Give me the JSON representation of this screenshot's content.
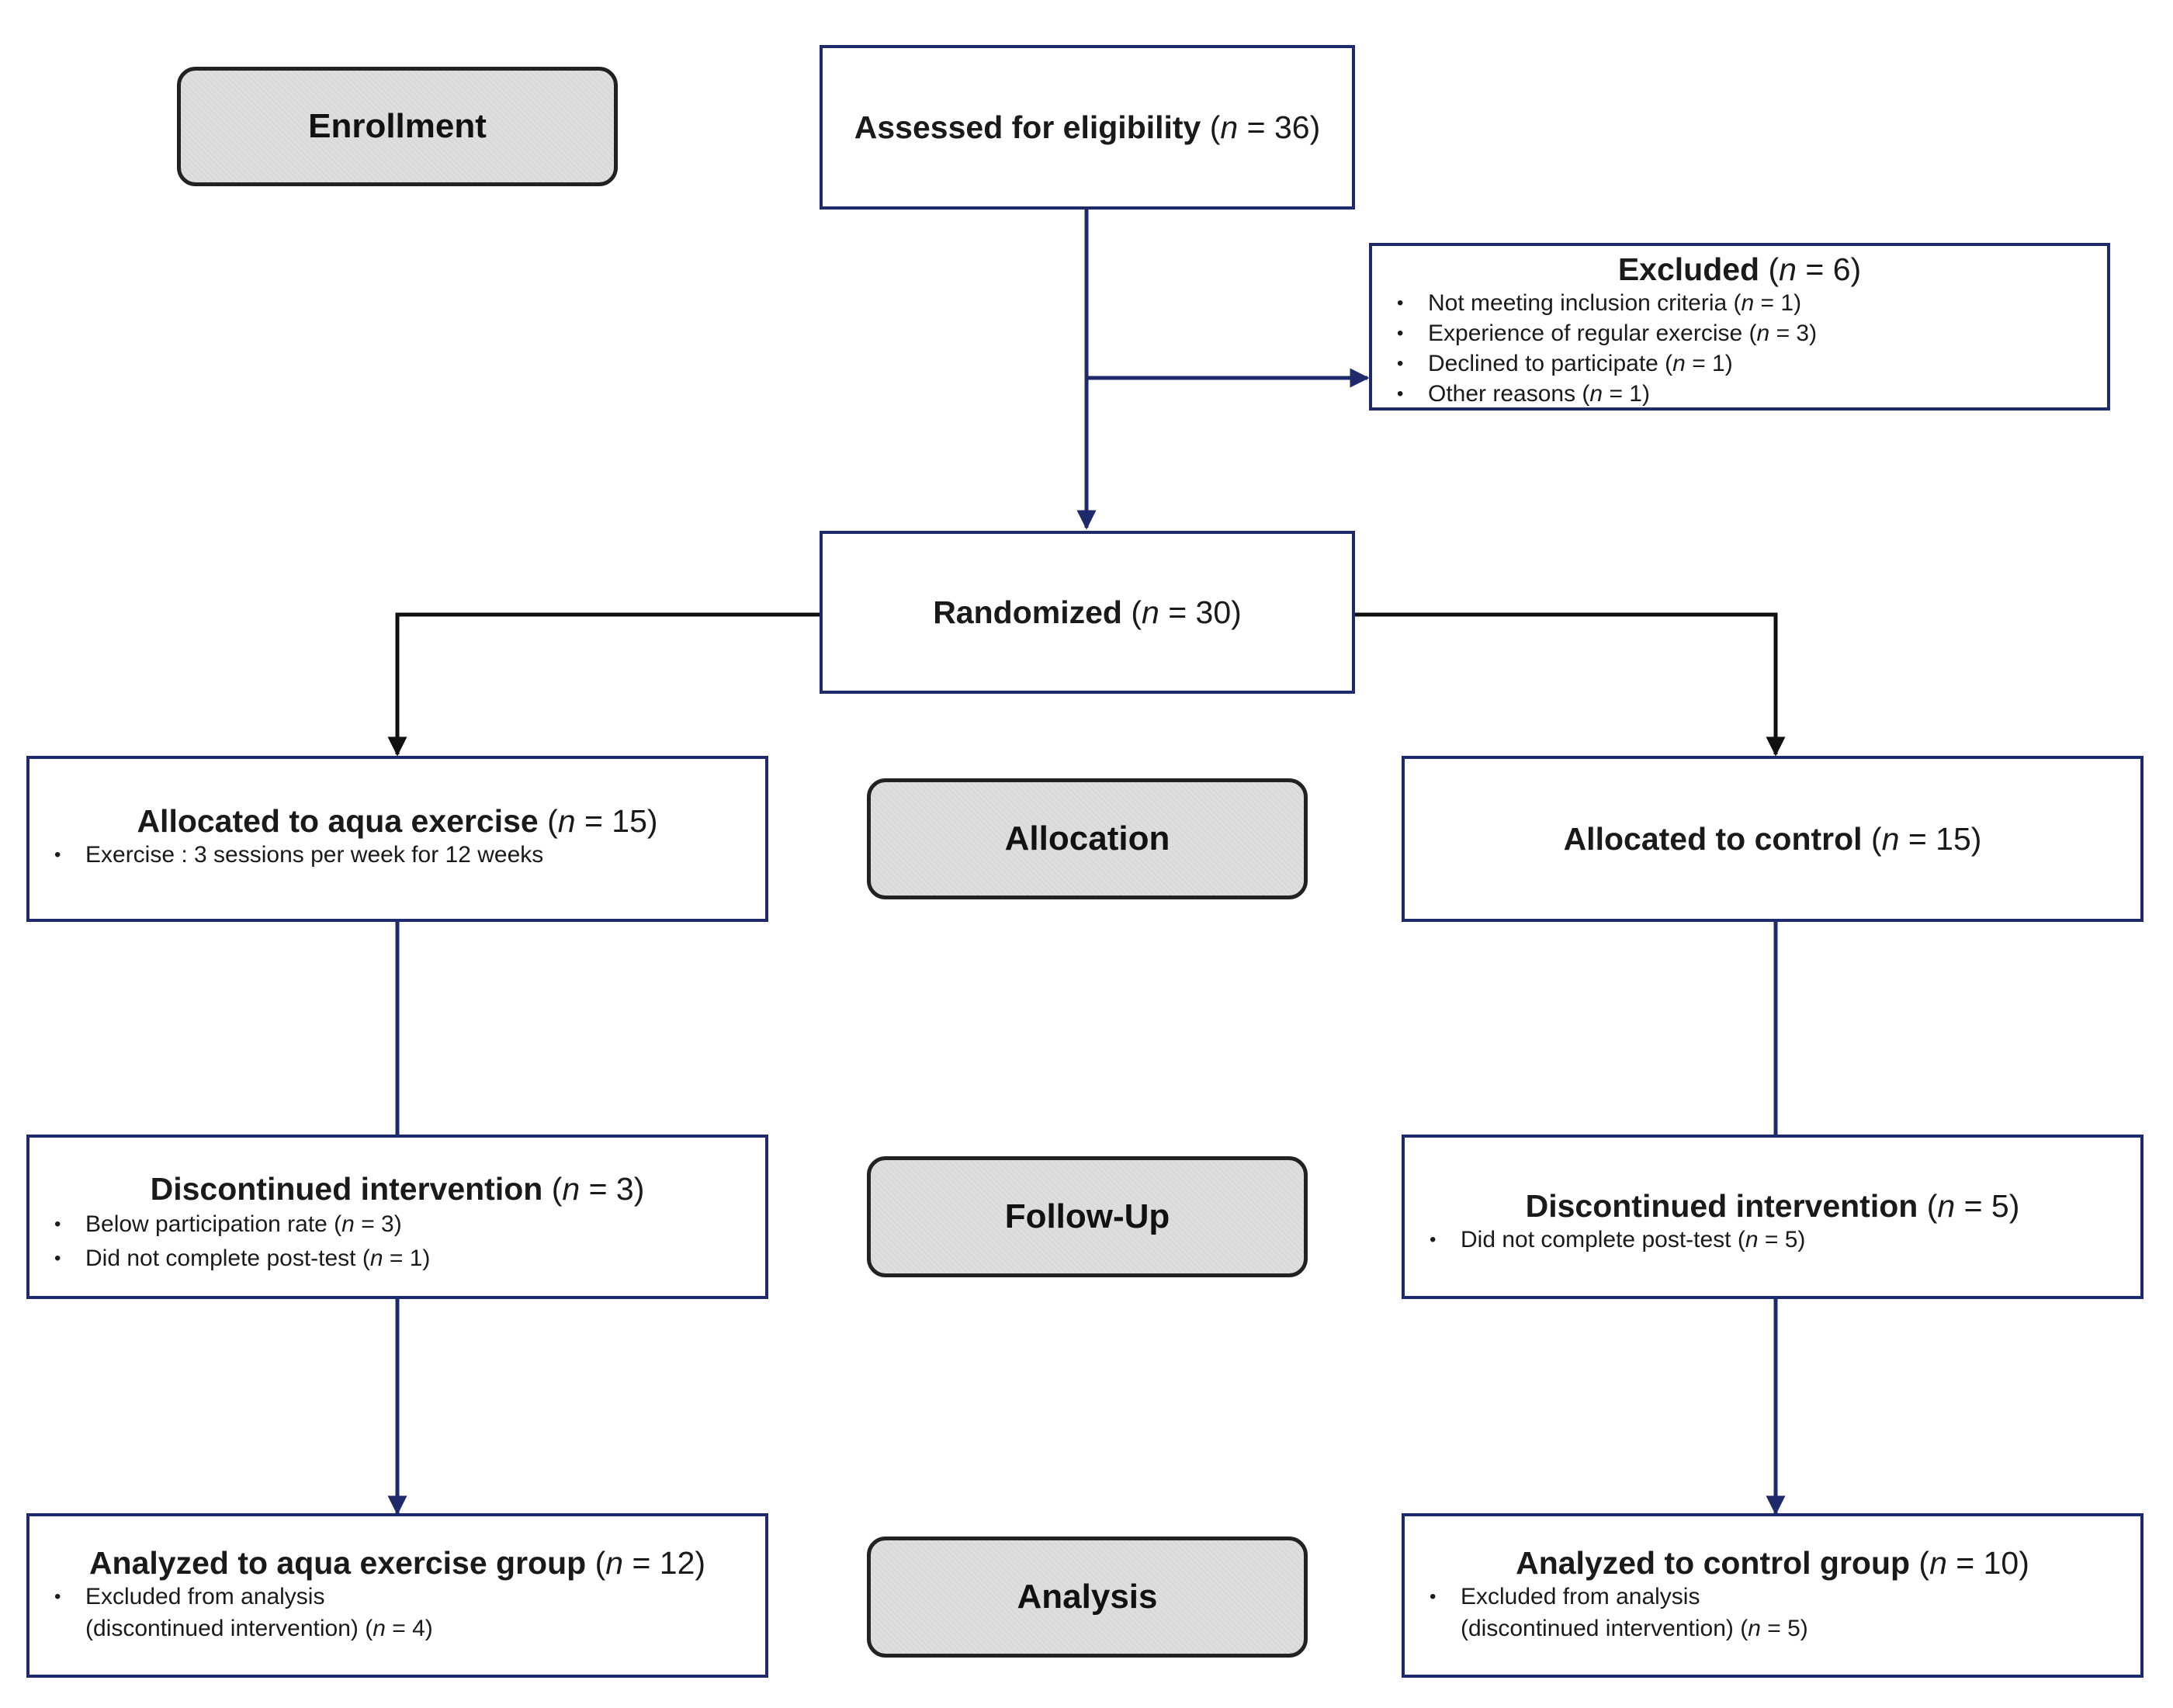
{
  "stages": {
    "enrollment": "Enrollment",
    "allocation": "Allocation",
    "follow_up": "Follow-Up",
    "analysis": "Analysis"
  },
  "assessed": {
    "label": "Assessed for eligibility",
    "n_text": "= 36)"
  },
  "excluded": {
    "label": "Excluded",
    "n_text": "= 6)",
    "items": [
      {
        "text": "Not meeting inclusion criteria",
        "n_text": "= 1)"
      },
      {
        "text": "Experience of regular exercise",
        "n_text": " = 3)"
      },
      {
        "text": "Declined to participate",
        "n_text": "= 1)"
      },
      {
        "text": "Other reasons",
        "n_text": " = 1)"
      }
    ]
  },
  "randomized": {
    "label": "Randomized",
    "n_text": "= 30)"
  },
  "aqua_alloc": {
    "label": "Allocated to aqua exercise",
    "n_text": "= 15)",
    "items": [
      {
        "text": "Exercise : 3 sessions per week for 12 weeks"
      }
    ]
  },
  "control_alloc": {
    "label": "Allocated to control",
    "n_text": "= 15)"
  },
  "aqua_disc": {
    "label": "Discontinued intervention",
    "n_text": "= 3)",
    "items": [
      {
        "text": "Below participation rate",
        "n_text": "= 3)"
      },
      {
        "text": "Did not complete post-test",
        "n_text": "= 1)"
      }
    ]
  },
  "control_disc": {
    "label": "Discontinued intervention",
    "n_text": "= 5)",
    "items": [
      {
        "text": "Did not complete post-test",
        "n_text": "= 5)"
      }
    ]
  },
  "aqua_analyzed": {
    "label": "Analyzed to aqua exercise group",
    "n_text": "= 12)",
    "items": [
      {
        "text": "Excluded from analysis"
      }
    ],
    "continuation": {
      "text": "(discontinued intervention)",
      "n_text": "= 4)"
    }
  },
  "control_analyzed": {
    "label": "Analyzed to control group",
    "n_text": "= 10)",
    "items": [
      {
        "text": "Excluded from analysis"
      }
    ],
    "continuation": {
      "text": "(discontinued intervention)",
      "n_text": "= 5)"
    }
  },
  "colors": {
    "box_border": "#1f2a6b",
    "stage_fill": "#d9d9d9",
    "connector": "#1f2a6b"
  }
}
